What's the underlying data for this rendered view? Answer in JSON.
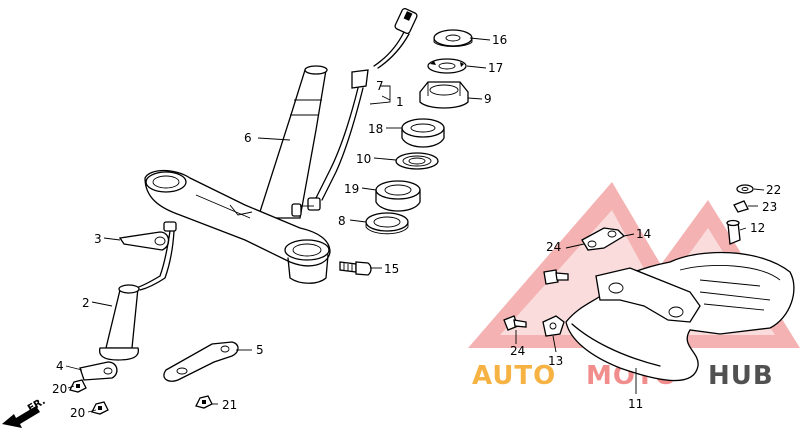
{
  "watermark": {
    "part_auto": "AUTO",
    "part_moto": "MOTO",
    "part_hub": "HUB",
    "color_primary": "#f07a7a",
    "color_orange": "#f5a623",
    "color_dark": "#333333"
  },
  "direction_label": "FR.",
  "callouts": {
    "c1": "1",
    "c2": "2",
    "c3": "3",
    "c4": "4",
    "c5": "5",
    "c6": "6",
    "c7": "7",
    "c8": "8",
    "c9": "9",
    "c10": "10",
    "c11": "11",
    "c12": "12",
    "c13": "13",
    "c14": "14",
    "c15": "15",
    "c16": "16",
    "c17": "17",
    "c18": "18",
    "c19": "19",
    "c20a": "20",
    "c20b": "20",
    "c21": "21",
    "c22": "22",
    "c23": "23",
    "c24a": "24",
    "c24b": "24"
  }
}
